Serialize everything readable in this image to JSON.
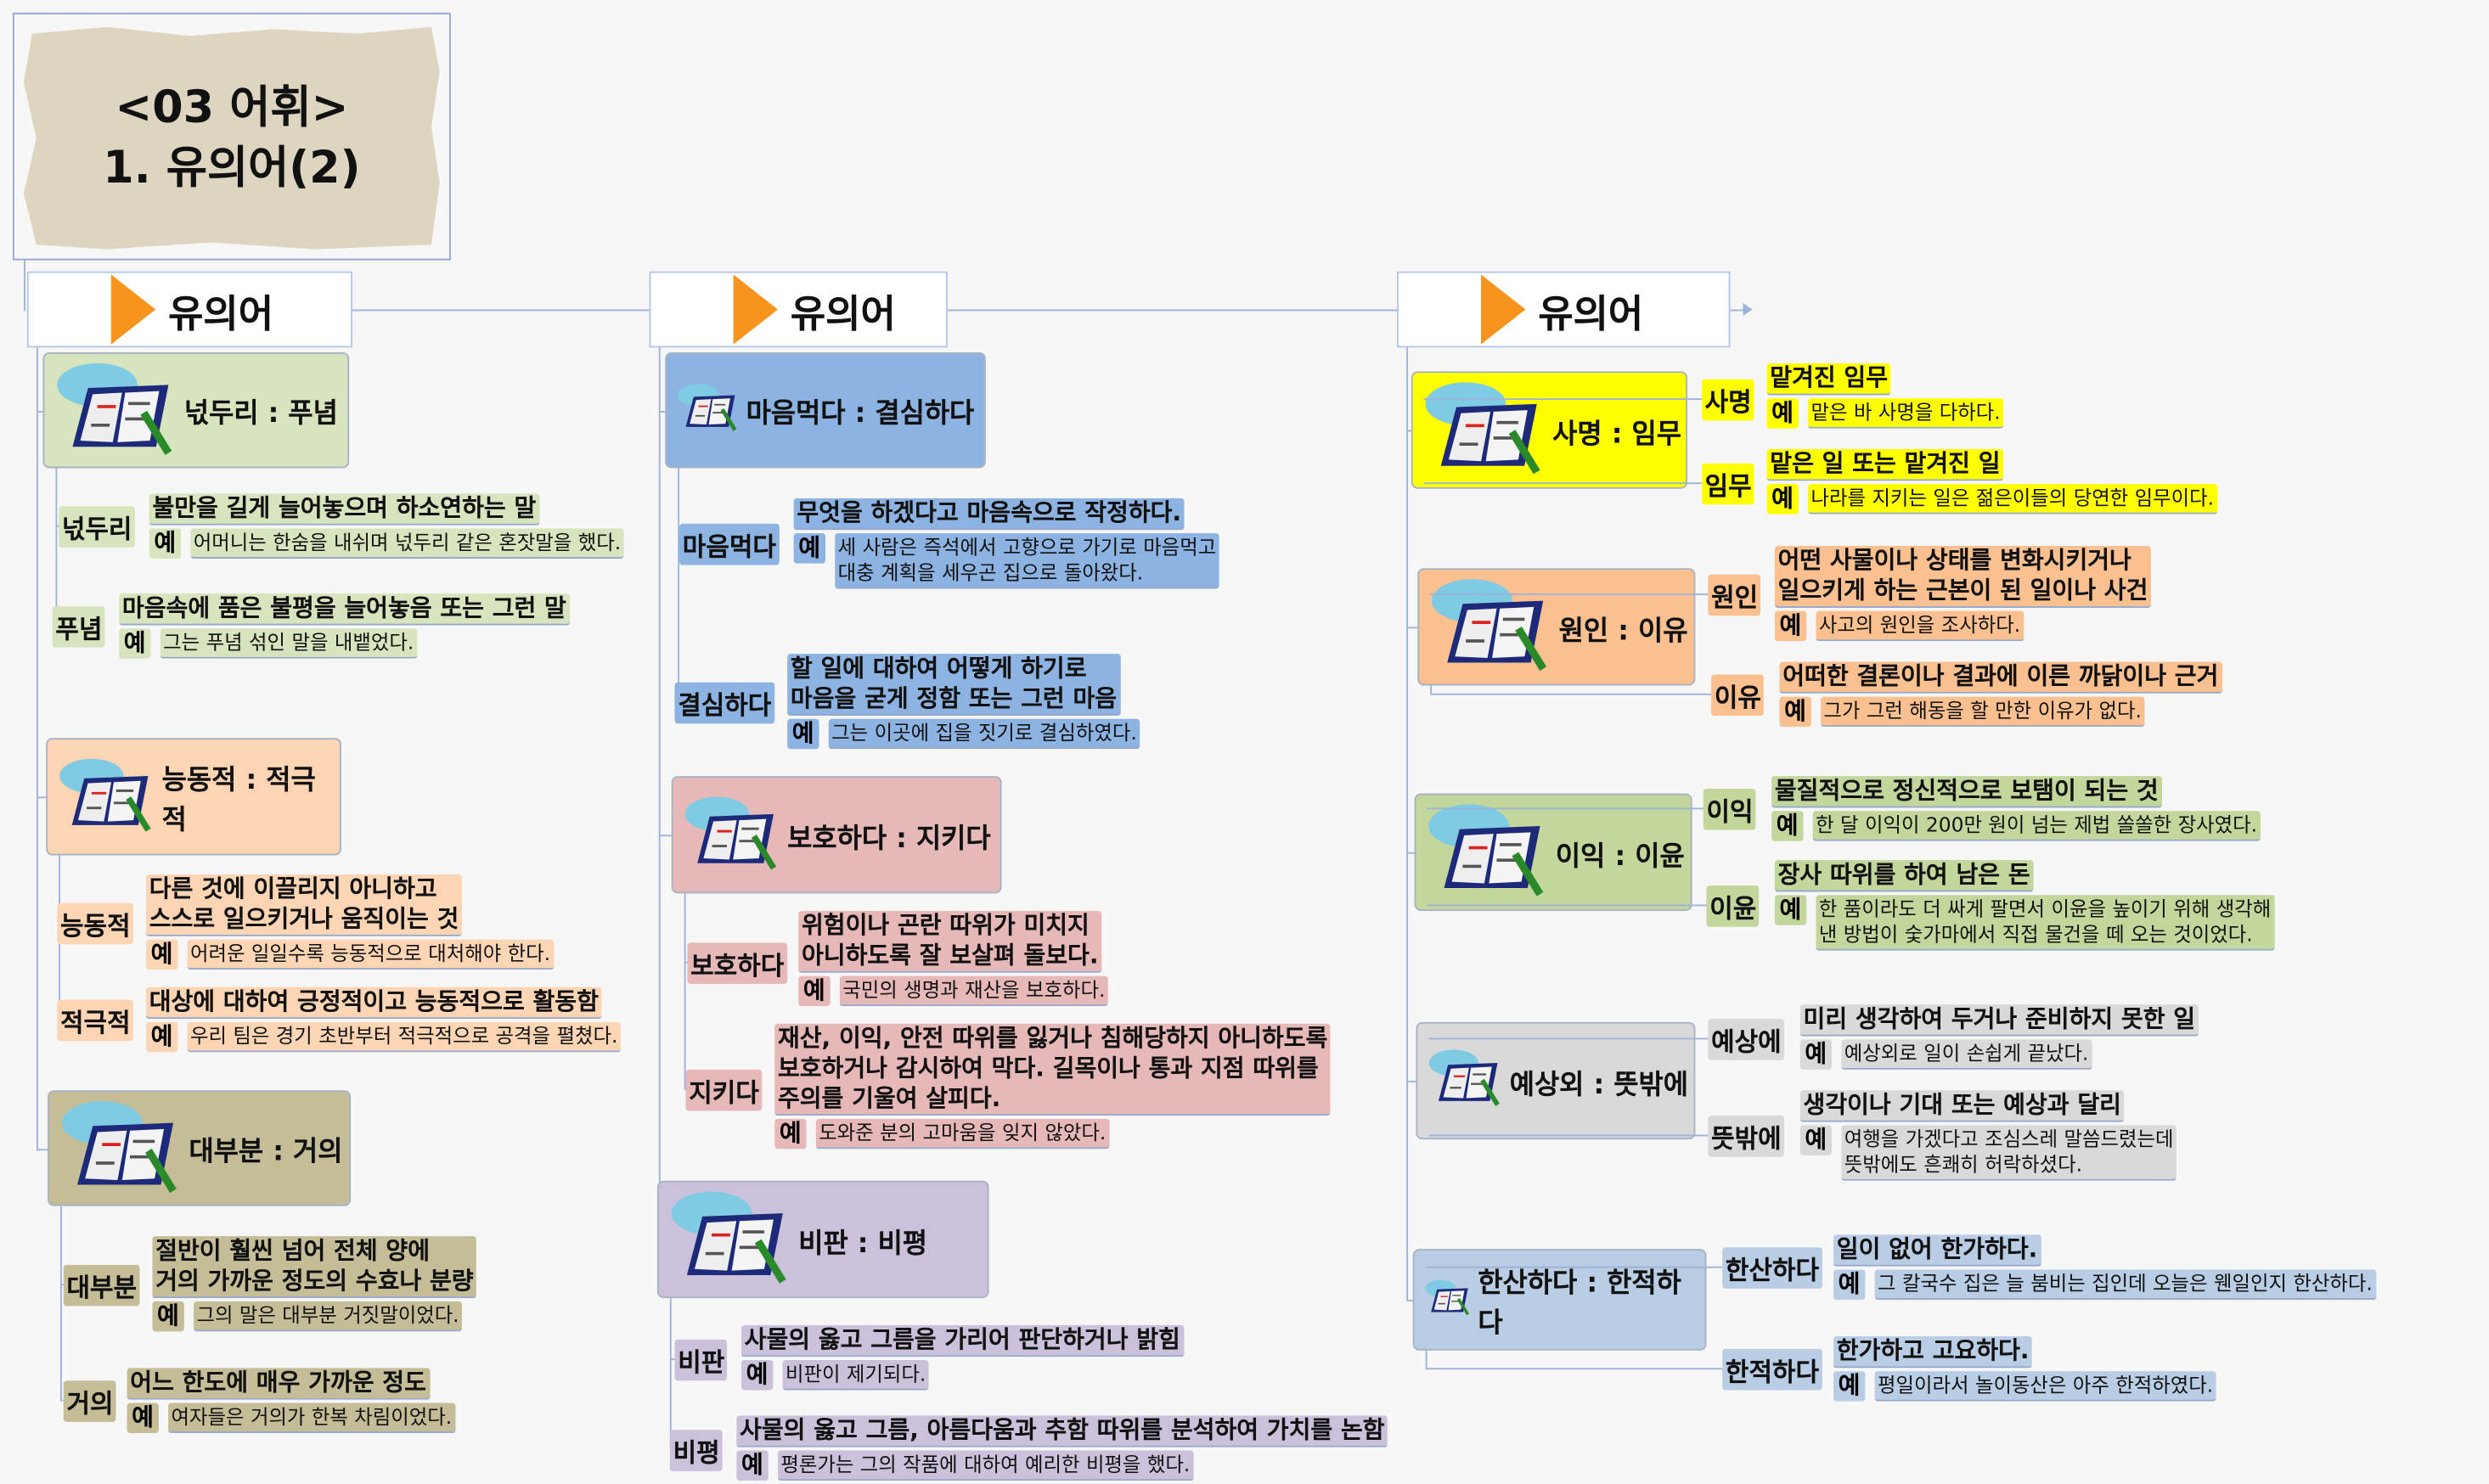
{
  "title": {
    "line1": "<03 어휘>",
    "line2": "1. 유의어(2)"
  },
  "example_marker": "예",
  "columns": [
    {
      "header": "유의어",
      "topics": [
        {
          "title": "넋두리 : 푸념",
          "color": "#d7e4bd",
          "terms": [
            {
              "label": "넋두리",
              "def": [
                "불만을 길게 늘어놓으며 하소연하는 말"
              ],
              "example": [
                "어머니는 한숨을 내쉬며 넋두리 같은 혼잣말을 했다."
              ]
            },
            {
              "label": "푸념",
              "def": [
                "마음속에 품은 불평을 늘어놓음 또는 그런 말"
              ],
              "example": [
                "그는 푸념 섞인 말을 내뱉었다."
              ]
            }
          ]
        },
        {
          "title": "능동적 : 적극적",
          "color": "#fcd5b4",
          "terms": [
            {
              "label": "능동적",
              "def": [
                "다른 것에 이끌리지 아니하고",
                "스스로 일으키거나 움직이는 것"
              ],
              "example": [
                "어려운 일일수록 능동적으로 대처해야 한다."
              ]
            },
            {
              "label": "적극적",
              "def": [
                "대상에 대하여 긍정적이고 능동적으로 활동함"
              ],
              "example": [
                "우리 팀은 경기 초반부터 적극적으로 공격을 펼쳤다."
              ]
            }
          ]
        },
        {
          "title": "대부분 : 거의",
          "color": "#c4bd97",
          "terms": [
            {
              "label": "대부분",
              "def": [
                "절반이 훨씬 넘어 전체 양에",
                "거의 가까운 정도의 수효나 분량"
              ],
              "example": [
                "그의 말은 대부분 거짓말이었다."
              ]
            },
            {
              "label": "거의",
              "def": [
                "어느 한도에 매우 가까운 정도"
              ],
              "example": [
                "여자들은 거의가 한복 차림이었다."
              ]
            }
          ]
        }
      ]
    },
    {
      "header": "유의어",
      "topics": [
        {
          "title": "마음먹다 : 결심하다",
          "color": "#8db3e2",
          "terms": [
            {
              "label": "마음먹다",
              "def": [
                "무엇을 하겠다고 마음속으로 작정하다."
              ],
              "example": [
                "세 사람은 즉석에서 고향으로 가기로 마음먹고",
                "대충 계획을 세우곤 집으로 돌아왔다."
              ]
            },
            {
              "label": "결심하다",
              "def": [
                "할 일에 대하여 어떻게 하기로",
                "마음을 굳게 정함 또는 그런 마음"
              ],
              "example": [
                "그는 이곳에 집을 짓기로 결심하였다."
              ]
            }
          ]
        },
        {
          "title": "보호하다 : 지키다",
          "color": "#e6b9b8",
          "terms": [
            {
              "label": "보호하다",
              "def": [
                "위험이나 곤란 따위가 미치지",
                "아니하도록 잘 보살펴 돌보다."
              ],
              "example": [
                "국민의 생명과 재산을 보호하다."
              ]
            },
            {
              "label": "지키다",
              "def": [
                "재산, 이익, 안전 따위를 잃거나 침해당하지 아니하도록",
                "보호하거나 감시하여 막다. 길목이나 통과 지점 따위를",
                "주의를 기울여 살피다."
              ],
              "example": [
                "도와준 분의 고마움을 잊지 않았다."
              ]
            }
          ]
        },
        {
          "title": "비판 : 비평",
          "color": "#ccc1da",
          "terms": [
            {
              "label": "비판",
              "def": [
                "사물의 옳고 그름을 가리어 판단하거나 밝힘"
              ],
              "example": [
                "비판이 제기되다."
              ]
            },
            {
              "label": "비평",
              "def": [
                "사물의 옳고 그름, 아름다움과 추함 따위를 분석하여 가치를 논함"
              ],
              "example": [
                "평론가는 그의 작품에 대하여 예리한 비평을  했다."
              ]
            }
          ]
        }
      ]
    },
    {
      "header": "유의어",
      "topics": [
        {
          "title": "사명 : 임무",
          "color": "#ffff00",
          "terms": [
            {
              "label": "사명",
              "def": [
                "맡겨진 임무"
              ],
              "example": [
                "맡은 바 사명을 다하다."
              ]
            },
            {
              "label": "임무",
              "def": [
                "맡은 일 또는 맡겨진 일"
              ],
              "example": [
                "나라를 지키는 일은 젊은이들의 당연한 임무이다."
              ]
            }
          ]
        },
        {
          "title": "원인 : 이유",
          "color": "#fac090",
          "terms": [
            {
              "label": "원인",
              "def": [
                "어떤 사물이나 상태를 변화시키거나",
                "일으키게 하는 근본이 된 일이나 사건"
              ],
              "example": [
                "사고의 원인을 조사하다."
              ]
            },
            {
              "label": "이유",
              "def": [
                "어떠한 결론이나 결과에 이른 까닭이나 근거"
              ],
              "example": [
                "그가 그런 해동을 할 만한 이유가 없다."
              ]
            }
          ]
        },
        {
          "title": "이익 : 이윤",
          "color": "#c3d69b",
          "terms": [
            {
              "label": "이익",
              "def": [
                "물질적으로 정신적으로 보탬이 되는 것"
              ],
              "example": [
                "한 달 이익이 200만 원이 넘는 제법 쏠쏠한 장사였다."
              ]
            },
            {
              "label": "이윤",
              "def": [
                "장사 따위를 하여 남은 돈"
              ],
              "example": [
                "한 품이라도 더 싸게 팔면서 이윤을 높이기 위해 생각해",
                "낸 방법이 숯가마에서 직접 물건을 떼 오는 것이었다."
              ]
            }
          ]
        },
        {
          "title": "예상외 : 뜻밖에",
          "color": "#d9d9d9",
          "terms": [
            {
              "label": "예상에",
              "def": [
                "미리 생각하여 두거나 준비하지 못한 일"
              ],
              "example": [
                "예상외로 일이 손쉽게 끝났다."
              ]
            },
            {
              "label": "뜻밖에",
              "def": [
                "생각이나 기대 또는 예상과 달리"
              ],
              "example": [
                "여행을 가겠다고 조심스레 말씀드렸는데",
                "뜻밖에도 흔쾌히 허락하셨다."
              ]
            }
          ]
        },
        {
          "title": "한산하다 : 한적하다",
          "color": "#b9cde5",
          "terms": [
            {
              "label": "한산하다",
              "def": [
                "일이 없어 한가하다."
              ],
              "example": [
                "그 칼국수 집은 늘 붐비는 집인데 오늘은 웬일인지 한산하다."
              ]
            },
            {
              "label": "한적하다",
              "def": [
                "한가하고 고요하다."
              ],
              "example": [
                "평일이라서 놀이동산은 아주 한적하였다."
              ]
            }
          ]
        }
      ]
    }
  ]
}
